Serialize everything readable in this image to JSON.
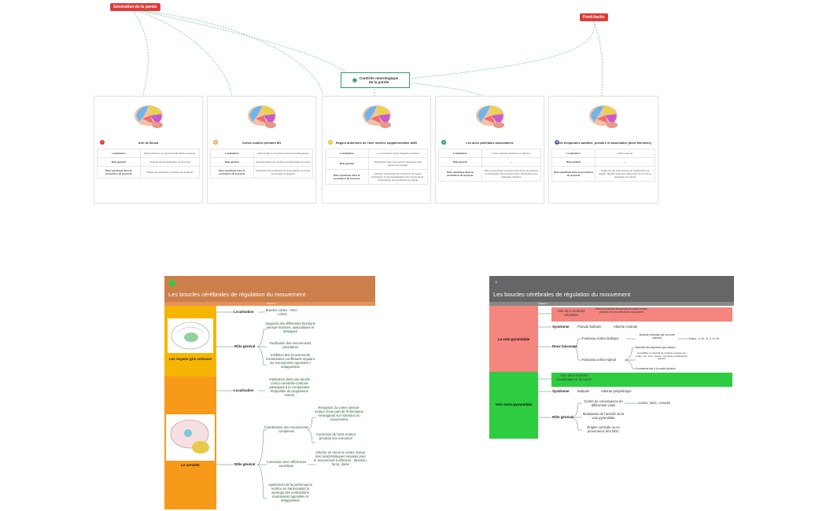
{
  "tags": {
    "generation": "Génération de la parole",
    "feedback": "Feed-backs"
  },
  "central": {
    "title_line1": "Contrôle neurologique",
    "title_line2": "de la parole"
  },
  "cards": [
    {
      "title": "Aire de Broca",
      "icon_color": "#e03a3a",
      "icon_glyph": "!",
      "rows": [
        {
          "k": "Localisation",
          "v": "Partie inférieure du gyrus frontal inférieur gauche"
        },
        {
          "k": "Rôle général",
          "v": "Contrôle de la planification de la parole"
        },
        {
          "k": "Rôle spécifique dans la production de la parole",
          "v": "Tâches de production complexe de la parole"
        }
      ]
    },
    {
      "title": "Cortex moteur primaire M1",
      "icon_color": "#f0a040",
      "icon_glyph": "◆",
      "rows": [
        {
          "k": "Localisation",
          "v": "Lobe frontal, le long de la scissure frontal gauche"
        },
        {
          "k": "Rôle général",
          "v": "Représentation de manière somatotopique du corps"
        },
        {
          "k": "Rôle spécifique dans la production de la parole",
          "v": "Projections de préparation de la production musculo-sensorielle à l'appareil"
        }
      ]
    },
    {
      "title": "Région antérieure de l'aire motrice supplémentaire AMS",
      "icon_color": "#f0c020",
      "icon_glyph": "★",
      "rows": [
        {
          "k": "Localisation",
          "v": "++ Controlat du gyrus cingulaire antérieur"
        },
        {
          "k": "Rôle général",
          "v": "Planification des mouvements. Extension des séquences (essais)"
        },
        {
          "k": "Rôle spécifique dans la production de la parole",
          "v": "- Activités spontanées de production de parole - Anticipation et conceptualisation des mouvements - Participation à la génération de parole"
        }
      ]
    },
    {
      "title": "Les aires pariétales associatives",
      "icon_color": "#2e9d63",
      "icon_glyph": "●",
      "rows": [
        {
          "k": "Localisation",
          "v": "Cortex pariétal postérieur et inférieur"
        },
        {
          "k": "Rôle général",
          "v": "+"
        },
        {
          "k": "Rôle spécifique dans la production de la parole",
          "v": "Rôle de feed-back sensoriel dans la les (sensitives) et l'intégration des fonctions dans l'élaboration des stratégies motrices"
        }
      ]
    },
    {
      "title": "Aires temporales auditive, primaire et associative (dont Wernicke)",
      "icon_color": "#4a6fd8",
      "icon_glyph": "◆",
      "rows": [
        {
          "k": "Localisation",
          "v": "Lobe temporal"
        },
        {
          "k": "Rôle général",
          "v": "+"
        },
        {
          "k": "Rôle spécifique dans la production de la parole",
          "v": "Traitement de l'info perçue par l'audition/retour auditif. Identifie détail des différentes erreurs de la production de parole"
        }
      ]
    }
  ],
  "left": {
    "title": "Les boucles cérébrales de régulation du mouvement",
    "subheader": "Chapitre 1",
    "sections": [
      {
        "name": "Les noyaux gris centraux",
        "color": "#f6b500"
      },
      {
        "name": "Le cervelet",
        "color": "#f79a1a"
      }
    ],
    "nodes": {
      "loc1": "Localisation",
      "loc1_val": "Boucles cortex - NGC - cortex",
      "role1": "Rôle général",
      "r1a": "Supports des différentes fonctions sensori-motrices, associatives et limbiques",
      "r1b": "Facilitation des mouvements volontaires",
      "r1c": "Inhibition des mouvements involontaires conflictuels régulant les mouvements agonistes / antagonistes",
      "loc2": "Localisation",
      "loc2_val": "Implication dans une boucle cortico-cérébello-corticale participant à la composante temporelle du programme moteur",
      "role2": "Rôle général",
      "c1": "Coordination des mouvements complexes",
      "c1a": "Réception du cortex sensori-moteur d'une part de l'information renseignant sur l'intention du mouvement",
      "c1b": "Correction de l'acte moteur pendant son exécution",
      "c2": "Connexion avec afférences sensitives",
      "c2a": "Informe en retour le cortex moteur des caractéristiques requises pour le mouvement à effectuer : direction, force, durée",
      "c3": "Ajustement de la performance motrice en harmonisant la synergie des contractions musculaires agonistes et antagonistes"
    }
  },
  "right": {
    "title": "Les boucles cérébrales de régulation du mouvement",
    "subheader": "Chapitre 1",
    "sections": [
      {
        "name": "La voie pyramidale",
        "color": "#f4857f"
      },
      {
        "name": "Voie extra-pyramidale",
        "color": "#2ecc40"
      }
    ],
    "nodes": {
      "p_top": "Voie de la motricité volontaire",
      "p_top_desc": "Fibres nerveuses descendant du cortex moteur primaire vers les effecteurs musculaires",
      "syn1": "Syndrome",
      "syn1_a": "Pseudo-bulbaire",
      "syn1_b": "Atteinte centrale",
      "deux": "Deux faisceaux",
      "f1": "Faisceau cortico-bulbaire",
      "f1a": "Motricité véhiculée par les nerfs crâniens",
      "f1b": "Paires : V, VII, IX, X, XI, XII",
      "f2": "Faisceau cortico-spinal",
      "f2a": "Motricité des segments plus distaux",
      "f2b": "Sensibilité et motricité de certains muscles (se pigés, cou, tronc, thorax, membres et sphincters) spinaux",
      "f2c": "Commande liée à la moelle épinière",
      "e_top": "Voie de la motricité involontaire et du tonus",
      "syn2": "Syndrome",
      "syn2_a": "Bulbaire",
      "syn2_b": "Atteinte périphérique",
      "role": "Rôle général",
      "r_a": "Centre de convergence de différentes voies",
      "r_a2": "cortex, NGC, cervelet",
      "r_b": "Modulation de l'activité de la voie pyramidale",
      "r_c": "Origine corticale ou en provenance des NGC"
    }
  }
}
